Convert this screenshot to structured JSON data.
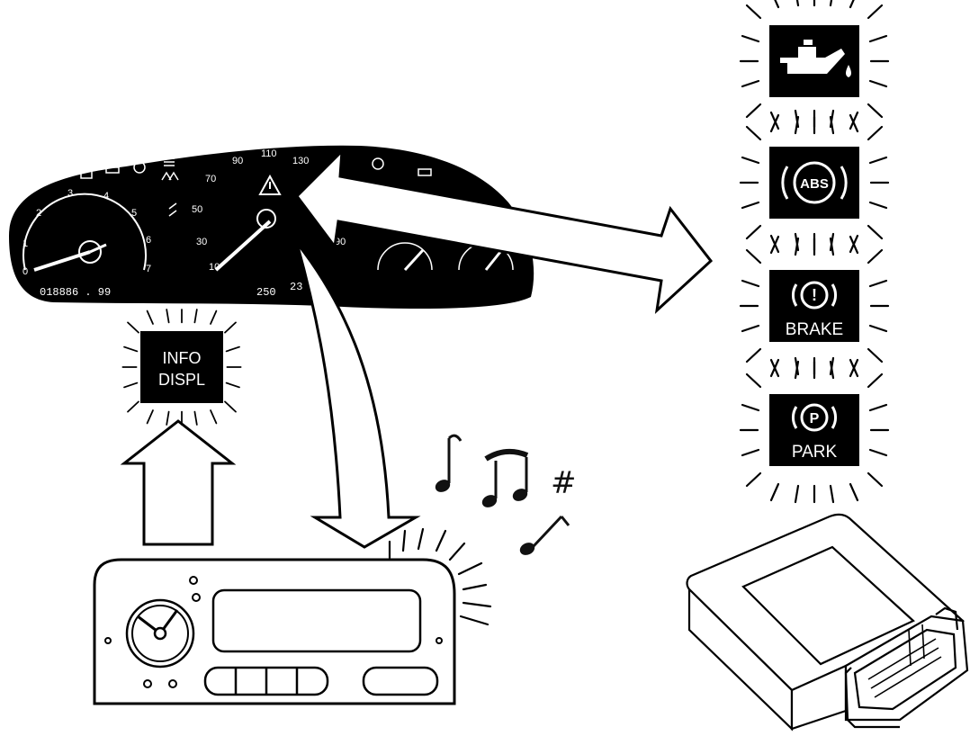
{
  "cluster": {
    "tach_numbers": [
      "0",
      "1",
      "2",
      "3",
      "4",
      "5",
      "6",
      "7"
    ],
    "speed_numbers": [
      "10",
      "30",
      "50",
      "70",
      "90",
      "110",
      "130"
    ],
    "odometer": "018886 . 99",
    "trip": "250",
    "trip2": "23",
    "temp_number": "90"
  },
  "info_display": {
    "line1": "INFO",
    "line2": "DISPL"
  },
  "warning_lamps": {
    "abs": "ABS",
    "brake": "BRAKE",
    "park": "PARK",
    "park_symbol": "P",
    "brake_symbol": "!"
  },
  "music": {
    "sharp": "#"
  }
}
